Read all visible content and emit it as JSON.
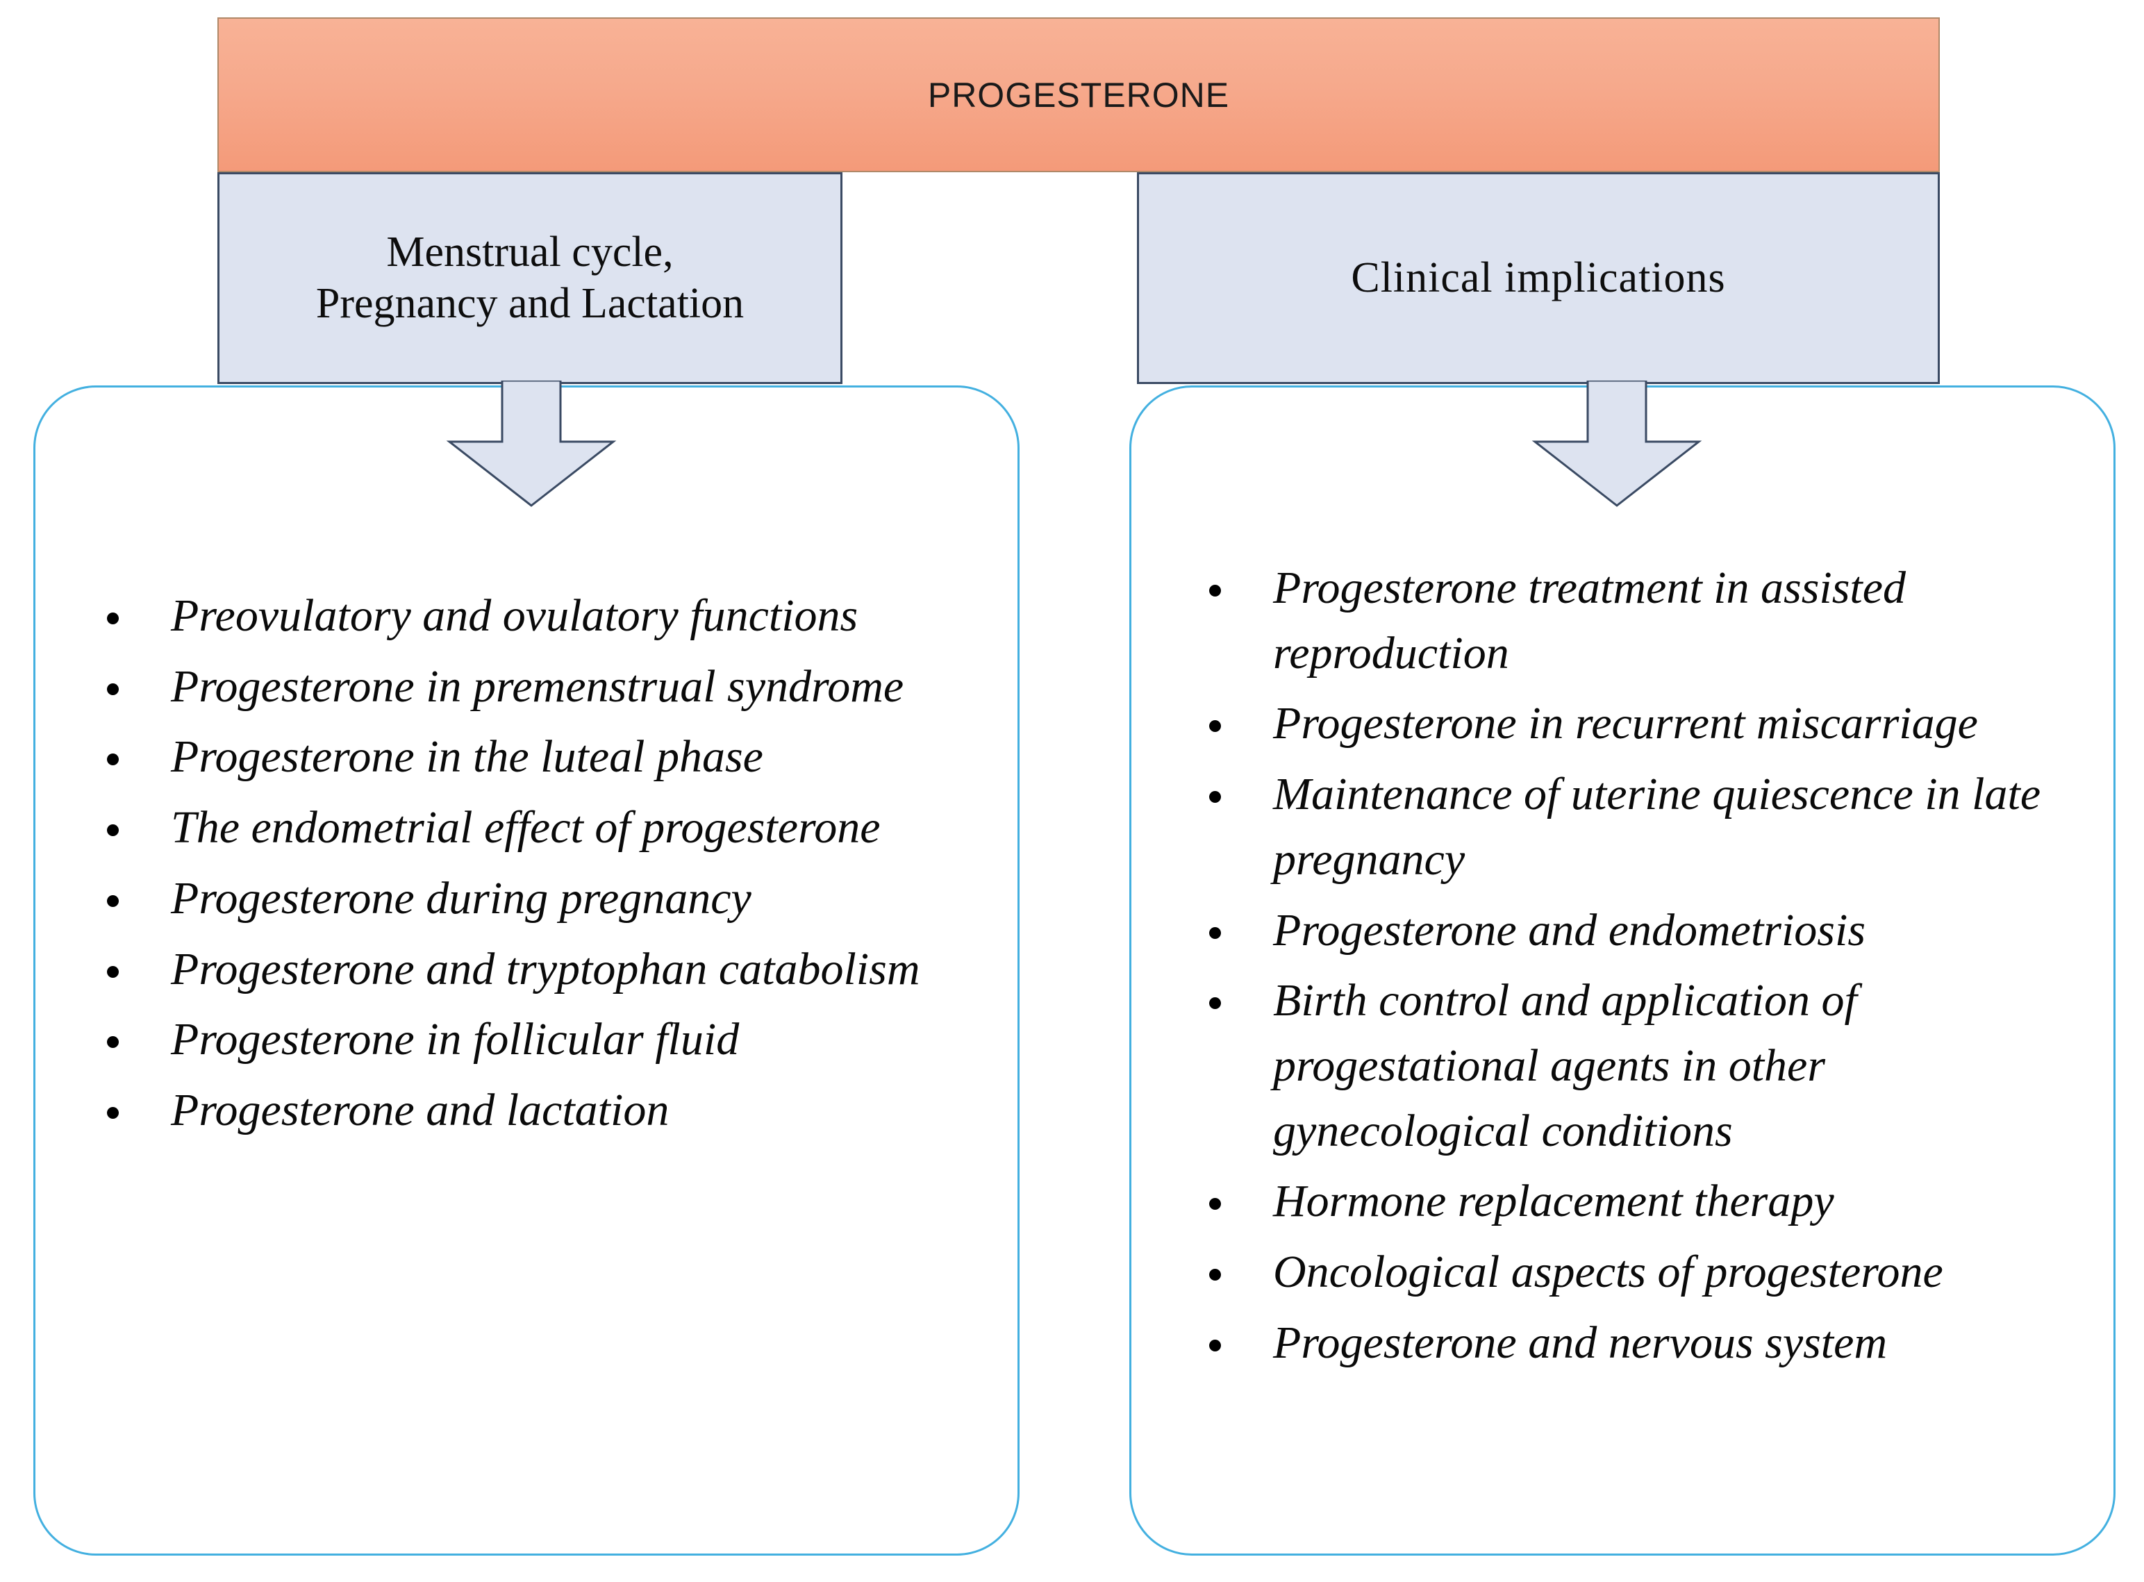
{
  "banner": {
    "title": "PROGESTERONE",
    "fill_top": "#f8b296",
    "fill_bottom": "#f49a79",
    "border_color": "#b08868"
  },
  "theme": {
    "panel_border": "#43b0e0",
    "category_fill": "#dde3f0",
    "category_border": "#3a4a63",
    "arrow_fill": "#dde3f0",
    "arrow_border": "#3a4a63",
    "text_color": "#0a0a0a"
  },
  "columns": [
    {
      "id": "menstrual-cycle-pregnancy-lactation",
      "heading": "Menstrual cycle,\nPregnancy and Lactation",
      "arrow": "down-arrow",
      "items": [
        "Preovulatory and ovulatory functions",
        "Progesterone in premenstrual syndrome",
        "Progesterone in the luteal phase",
        "The endometrial effect of progesterone",
        "Progesterone during pregnancy",
        "Progesterone and tryptophan catabolism",
        "Progesterone in follicular fluid",
        "Progesterone and lactation"
      ]
    },
    {
      "id": "clinical-implications",
      "heading": "Clinical  implications",
      "arrow": "down-arrow",
      "items": [
        "Progesterone treatment in assisted reproduction",
        "Progesterone in recurrent miscarriage",
        "Maintenance of uterine quiescence in late pregnancy",
        "Progesterone and endometriosis",
        "Birth control and application of progestational agents in other gynecological conditions",
        "Hormone replacement therapy",
        "Oncological aspects of progesterone",
        "Progesterone and nervous system"
      ]
    }
  ]
}
